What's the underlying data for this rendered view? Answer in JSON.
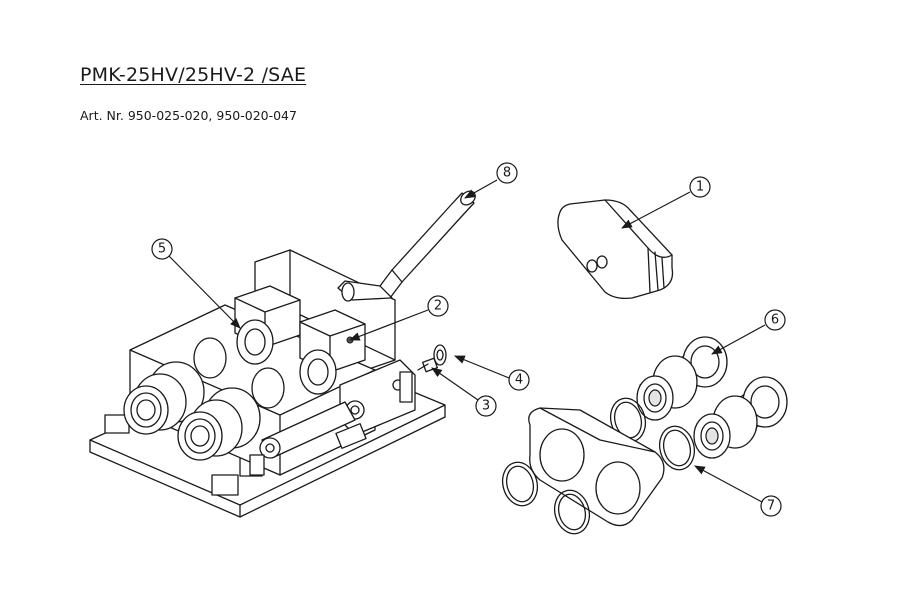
{
  "header": {
    "title": "PMK-25HV/25HV-2 /SAE",
    "article": "Art. Nr. 950-025-020, 950-020-047"
  },
  "callouts": [
    {
      "number": "1"
    },
    {
      "number": "2"
    },
    {
      "number": "3"
    },
    {
      "number": "4"
    },
    {
      "number": "5"
    },
    {
      "number": "6"
    },
    {
      "number": "7"
    },
    {
      "number": "8"
    }
  ]
}
